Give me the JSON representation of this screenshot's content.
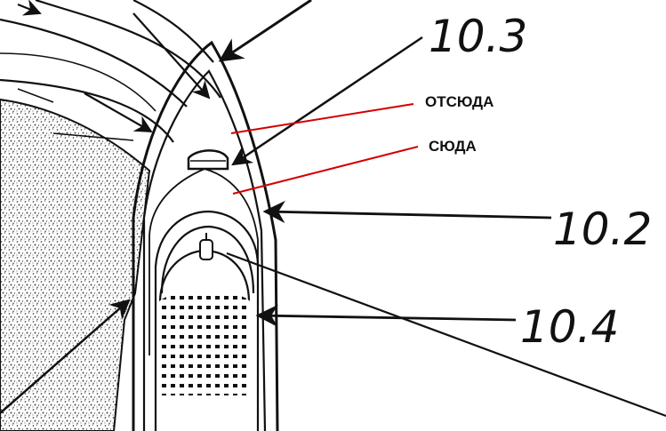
{
  "callouts": {
    "c103": "10.3",
    "c102": "10.2",
    "c104": "10.4"
  },
  "annotations": {
    "from_here": "ОТСЮДА",
    "to_here": "СЮДА"
  },
  "colors": {
    "ink": "#111111",
    "annotation_line": "#d40000",
    "background": "#ffffff"
  }
}
